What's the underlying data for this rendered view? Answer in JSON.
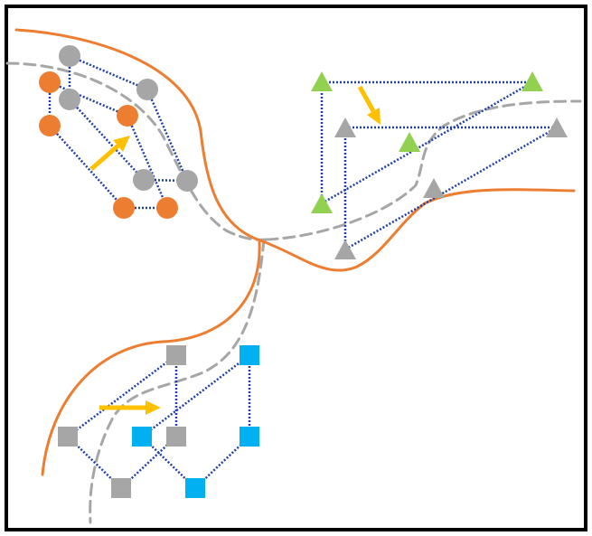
{
  "colors": {
    "frame": "#000000",
    "boundary_solid": "#ED7D31",
    "boundary_dashed": "#A6A6A6",
    "edge": "#1F3FA8",
    "arrow": "#FFC000",
    "orange_node": "#ED7D31",
    "gray_node": "#A6A6A6",
    "green_node": "#92D050",
    "blue_node": "#00B0F0"
  },
  "clusters": [
    {
      "name": "circle-cluster",
      "shape": "circle",
      "highlight_color": "#ED7D31"
    },
    {
      "name": "triangle-cluster",
      "shape": "triangle",
      "highlight_color": "#92D050"
    },
    {
      "name": "square-cluster",
      "shape": "square",
      "highlight_color": "#00B0F0"
    }
  ],
  "icons": [
    "circle-node-icon",
    "triangle-node-icon",
    "square-node-icon",
    "shift-arrow-icon"
  ]
}
